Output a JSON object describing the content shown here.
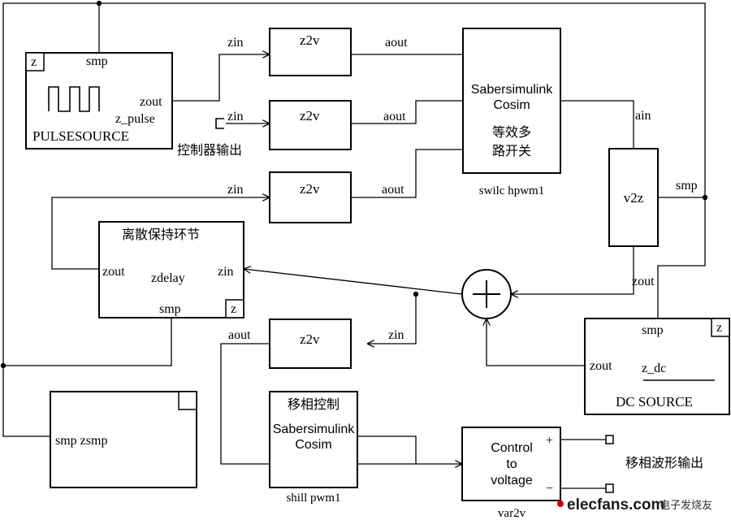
{
  "pulse_source": {
    "corner": "z",
    "smp": "smp",
    "zout": "zout",
    "z_pulse": "z_pulse",
    "name": "PULSESOURCE",
    "output_caption": "控制器输出"
  },
  "z2v_blocks": [
    {
      "name": "z2v",
      "in_label": "zin",
      "out_label": "aout"
    },
    {
      "name": "z2v",
      "in_label": "zin",
      "out_label": "aout"
    },
    {
      "name": "z2v",
      "in_label": "zin",
      "out_label": "aout"
    },
    {
      "name": "z2v",
      "in_label": "zin",
      "out_label": "aout"
    }
  ],
  "switch_cosim": {
    "line1": "Sabersimulink",
    "line2": "Cosim",
    "line3": "等效多",
    "line4": "路开关",
    "caption": "swilc hpwm1"
  },
  "v2z": {
    "name": "v2z",
    "in_label": "ain",
    "smp_label": "smp",
    "out_label": "zout"
  },
  "zdelay": {
    "title": "离散保持环节",
    "zout": "zout",
    "name": "zdelay",
    "zin": "zin",
    "smp": "smp",
    "corner": "z"
  },
  "dc_source": {
    "smp": "smp",
    "zout": "zout",
    "z_dc": "z_dc",
    "name": "DC SOURCE",
    "corner": "z"
  },
  "zsmp": {
    "label": "smp zsmp"
  },
  "phase_cosim": {
    "title": "移相控制",
    "line1": "Sabersimulink",
    "line2": "Cosim",
    "caption": "shill pwm1"
  },
  "control_voltage": {
    "line1": "Control",
    "line2": "to",
    "line3": "voltage",
    "plus": "+",
    "minus": "−",
    "caption": "var2v",
    "output_caption": "移相波形输出"
  },
  "watermark": {
    "site": "elecfans.com",
    "cn": "电子发烧友"
  }
}
